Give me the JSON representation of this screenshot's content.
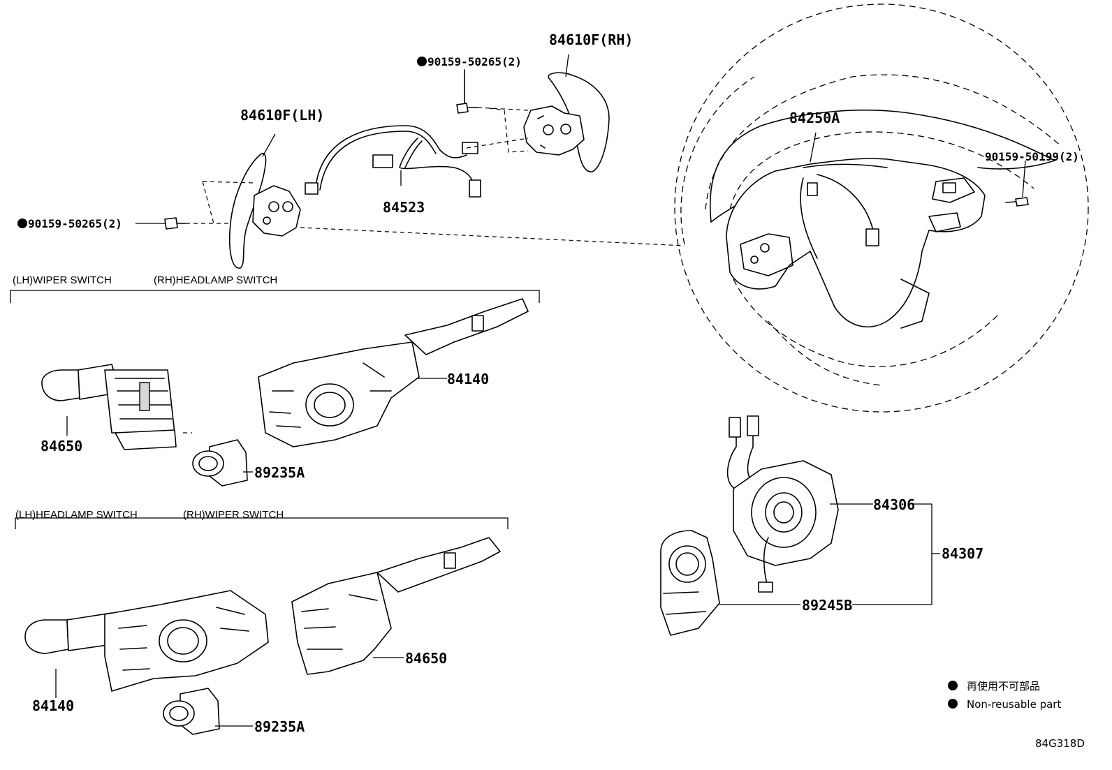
{
  "parts": {
    "p84610f_rh": "84610F(RH)",
    "p84610f_lh": "84610F(LH)",
    "p90159_50265_top": "90159-50265(2)",
    "p90159_50265_left": "90159-50265(2)",
    "p84523": "84523",
    "p84250a": "84250A",
    "p90159_50199": "90159-50199(2)",
    "p84140_upper": "84140",
    "p84650_upper": "84650",
    "p89235a_upper": "89235A",
    "p84306": "84306",
    "p84307": "84307",
    "p89245b": "89245B",
    "p84140_lower": "84140",
    "p84650_lower": "84650",
    "p89235a_lower": "89235A"
  },
  "sections": {
    "upper_left": "(LH)WIPER SWITCH",
    "upper_right": "(RH)HEADLAMP SWITCH",
    "lower_left": "(LH)HEADLAMP SWITCH",
    "lower_right": "(RH)WIPER SWITCH"
  },
  "legend": {
    "line1": "再使用不可部品",
    "line2": "Non-reusable part"
  },
  "diagram_code": "84G318D"
}
